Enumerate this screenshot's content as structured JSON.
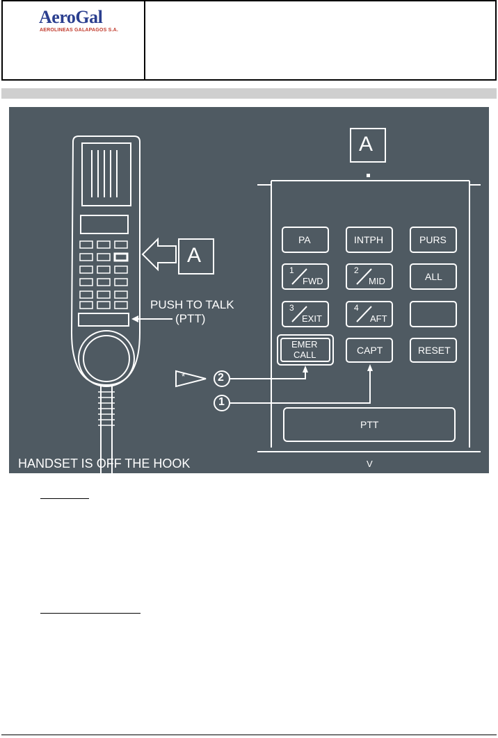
{
  "header": {
    "logo_main": "AeroGal",
    "logo_sub": "AEROLINEAS GALAPAGOS S.A."
  },
  "figure": {
    "detail_label": "A",
    "detail_callout": "A",
    "ptt_label_line1": "PUSH TO TALK",
    "ptt_label_line2": "(PTT)",
    "caption": "HANDSET IS OFF THE HOOK",
    "marker_1": "1",
    "marker_2": "2",
    "star": "*",
    "bottom_mark": "V",
    "keys": {
      "pa": "PA",
      "intph": "INTPH",
      "purs": "PURS",
      "fwd_num": "1",
      "fwd": "FWD",
      "mid_num": "2",
      "mid": "MID",
      "all": "ALL",
      "exit_num": "3",
      "exit": "EXIT",
      "aft_num": "4",
      "aft": "AFT",
      "emer_line1": "EMER",
      "emer_line2": "CALL",
      "capt": "CAPT",
      "reset": "RESET",
      "ptt": "PTT"
    }
  }
}
